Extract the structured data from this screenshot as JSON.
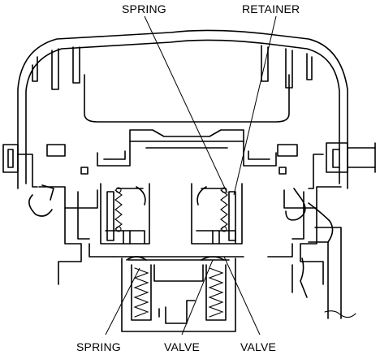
{
  "labels": {
    "spring_top": "SPRING",
    "retainer": "RETAINER",
    "spring_bottom": "SPRING",
    "valve_left": "VALVE",
    "valve_right": "VALVE"
  },
  "colors": {
    "line": "#000000",
    "background": "#ffffff"
  }
}
